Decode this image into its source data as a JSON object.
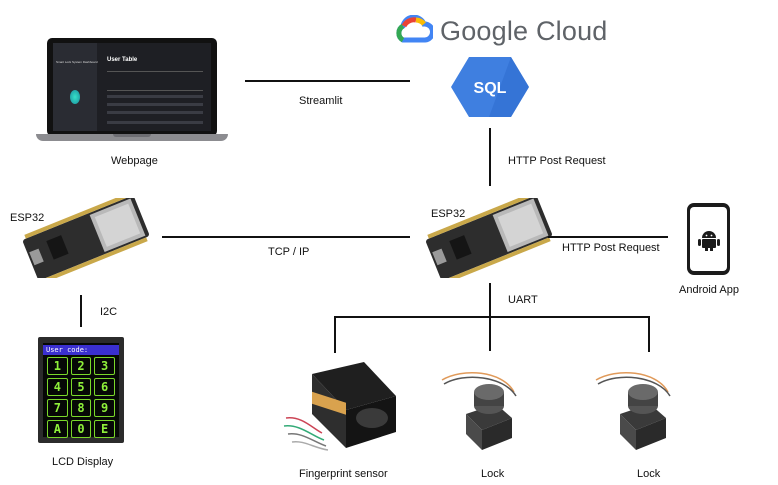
{
  "cloud": {
    "brand": "Google Cloud",
    "db_icon_text": "SQL"
  },
  "nodes": {
    "webpage": "Webpage",
    "esp32_left": "ESP32",
    "esp32_right": "ESP32",
    "android": "Android App",
    "lcd": "LCD Display",
    "fingerprint": "Fingerprint sensor",
    "lock1": "Lock",
    "lock2": "Lock"
  },
  "edges": {
    "streamlit": "Streamlit",
    "http_post_cloud": "HTTP Post Request",
    "tcp_ip": "TCP / IP",
    "http_post_app": "HTTP Post Request",
    "i2c": "I2C",
    "uart": "UART"
  },
  "laptop_screen": {
    "sidebar_title": "Smart Lock System Dashboard",
    "page_title": "User Table"
  },
  "lcd_screen": {
    "header": "User code:",
    "keys": [
      "1",
      "2",
      "3",
      "4",
      "5",
      "6",
      "7",
      "8",
      "9",
      "A",
      "0",
      "E"
    ]
  },
  "colors": {
    "accent_green": "#8ef03a",
    "sql_blue": "#3f7fe0",
    "lcd_header": "#3a2fd0"
  }
}
